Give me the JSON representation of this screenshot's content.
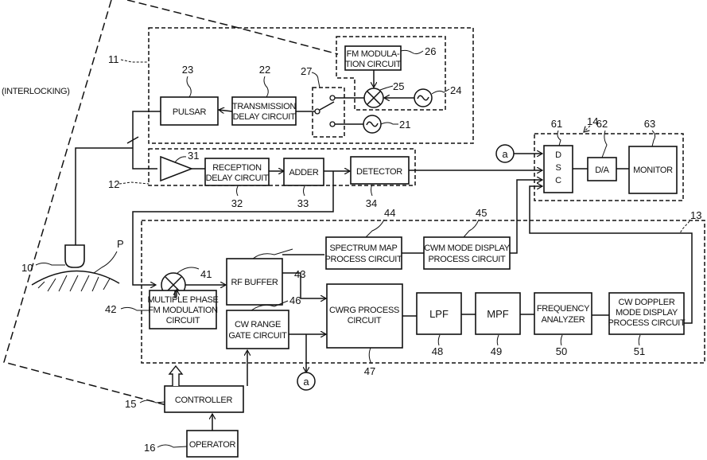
{
  "interlocking_label": "(INTERLOCKING)",
  "groups": {
    "g11": "11",
    "g12": "12",
    "g13": "13",
    "g14": "14"
  },
  "blocks": {
    "pulsar": {
      "label": "PULSAR",
      "ref": "23"
    },
    "transmission_delay": {
      "label1": "TRANSMISSION",
      "label2": "DELAY CIRCUIT",
      "ref": "22"
    },
    "switch": {
      "ref": "27"
    },
    "fm_modulation": {
      "label1": "FM MODULA-",
      "label2": "TION CIRCUIT",
      "ref": "26"
    },
    "mixer_25": {
      "ref": "25"
    },
    "oscillator_24": {
      "ref": "24"
    },
    "oscillator_21": {
      "ref": "21"
    },
    "amplifier": {
      "ref": "31"
    },
    "reception_delay": {
      "label1": "RECEPTION",
      "label2": "DELAY CIRCUIT",
      "ref": "32"
    },
    "adder": {
      "label": "ADDER",
      "ref": "33"
    },
    "detector": {
      "label": "DETECTOR",
      "ref": "34"
    },
    "dsc": {
      "l1": "D",
      "l2": "S",
      "l3": "C",
      "ref": "61"
    },
    "da": {
      "label": "D/A",
      "ref": "62"
    },
    "monitor": {
      "label": "MONITOR",
      "ref": "63"
    },
    "mixer_41": {
      "ref": "41"
    },
    "multi_phase_fm": {
      "label1": "MULTIPLE PHASE",
      "label2": "FM MODULATION",
      "label3": "CIRCUIT",
      "ref": "42"
    },
    "rf_buffer": {
      "label": "RF BUFFER",
      "ref": "43"
    },
    "spectrum_map": {
      "label1": "SPECTRUM MAP",
      "label2": "PROCESS CIRCUIT",
      "ref": "44"
    },
    "cwm_display": {
      "label1": "CWM MODE DISPLAY",
      "label2": "PROCESS CIRCUIT",
      "ref": "45"
    },
    "cw_range_gate": {
      "label1": "CW RANGE",
      "label2": "GATE CIRCUIT",
      "ref": "46"
    },
    "cwrg_process": {
      "label1": "CWRG PROCESS",
      "label2": "CIRCUIT",
      "ref": "47"
    },
    "lpf": {
      "label": "LPF",
      "ref": "48"
    },
    "mpf": {
      "label": "MPF",
      "ref": "49"
    },
    "freq_analyzer": {
      "label1": "FREQUENCY",
      "label2": "ANALYZER",
      "ref": "50"
    },
    "cw_doppler_display": {
      "label1": "CW DOPPLER",
      "label2": "MODE DISPLAY",
      "label3": "PROCESS CIRCUIT",
      "ref": "51"
    },
    "controller": {
      "label": "CONTROLLER",
      "ref": "15"
    },
    "operator": {
      "label": "OPERATOR",
      "ref": "16"
    },
    "probe": {
      "ref": "10"
    },
    "patient": {
      "ref": "P"
    }
  },
  "connectors": {
    "a_top": "a",
    "a_bottom": "a"
  }
}
